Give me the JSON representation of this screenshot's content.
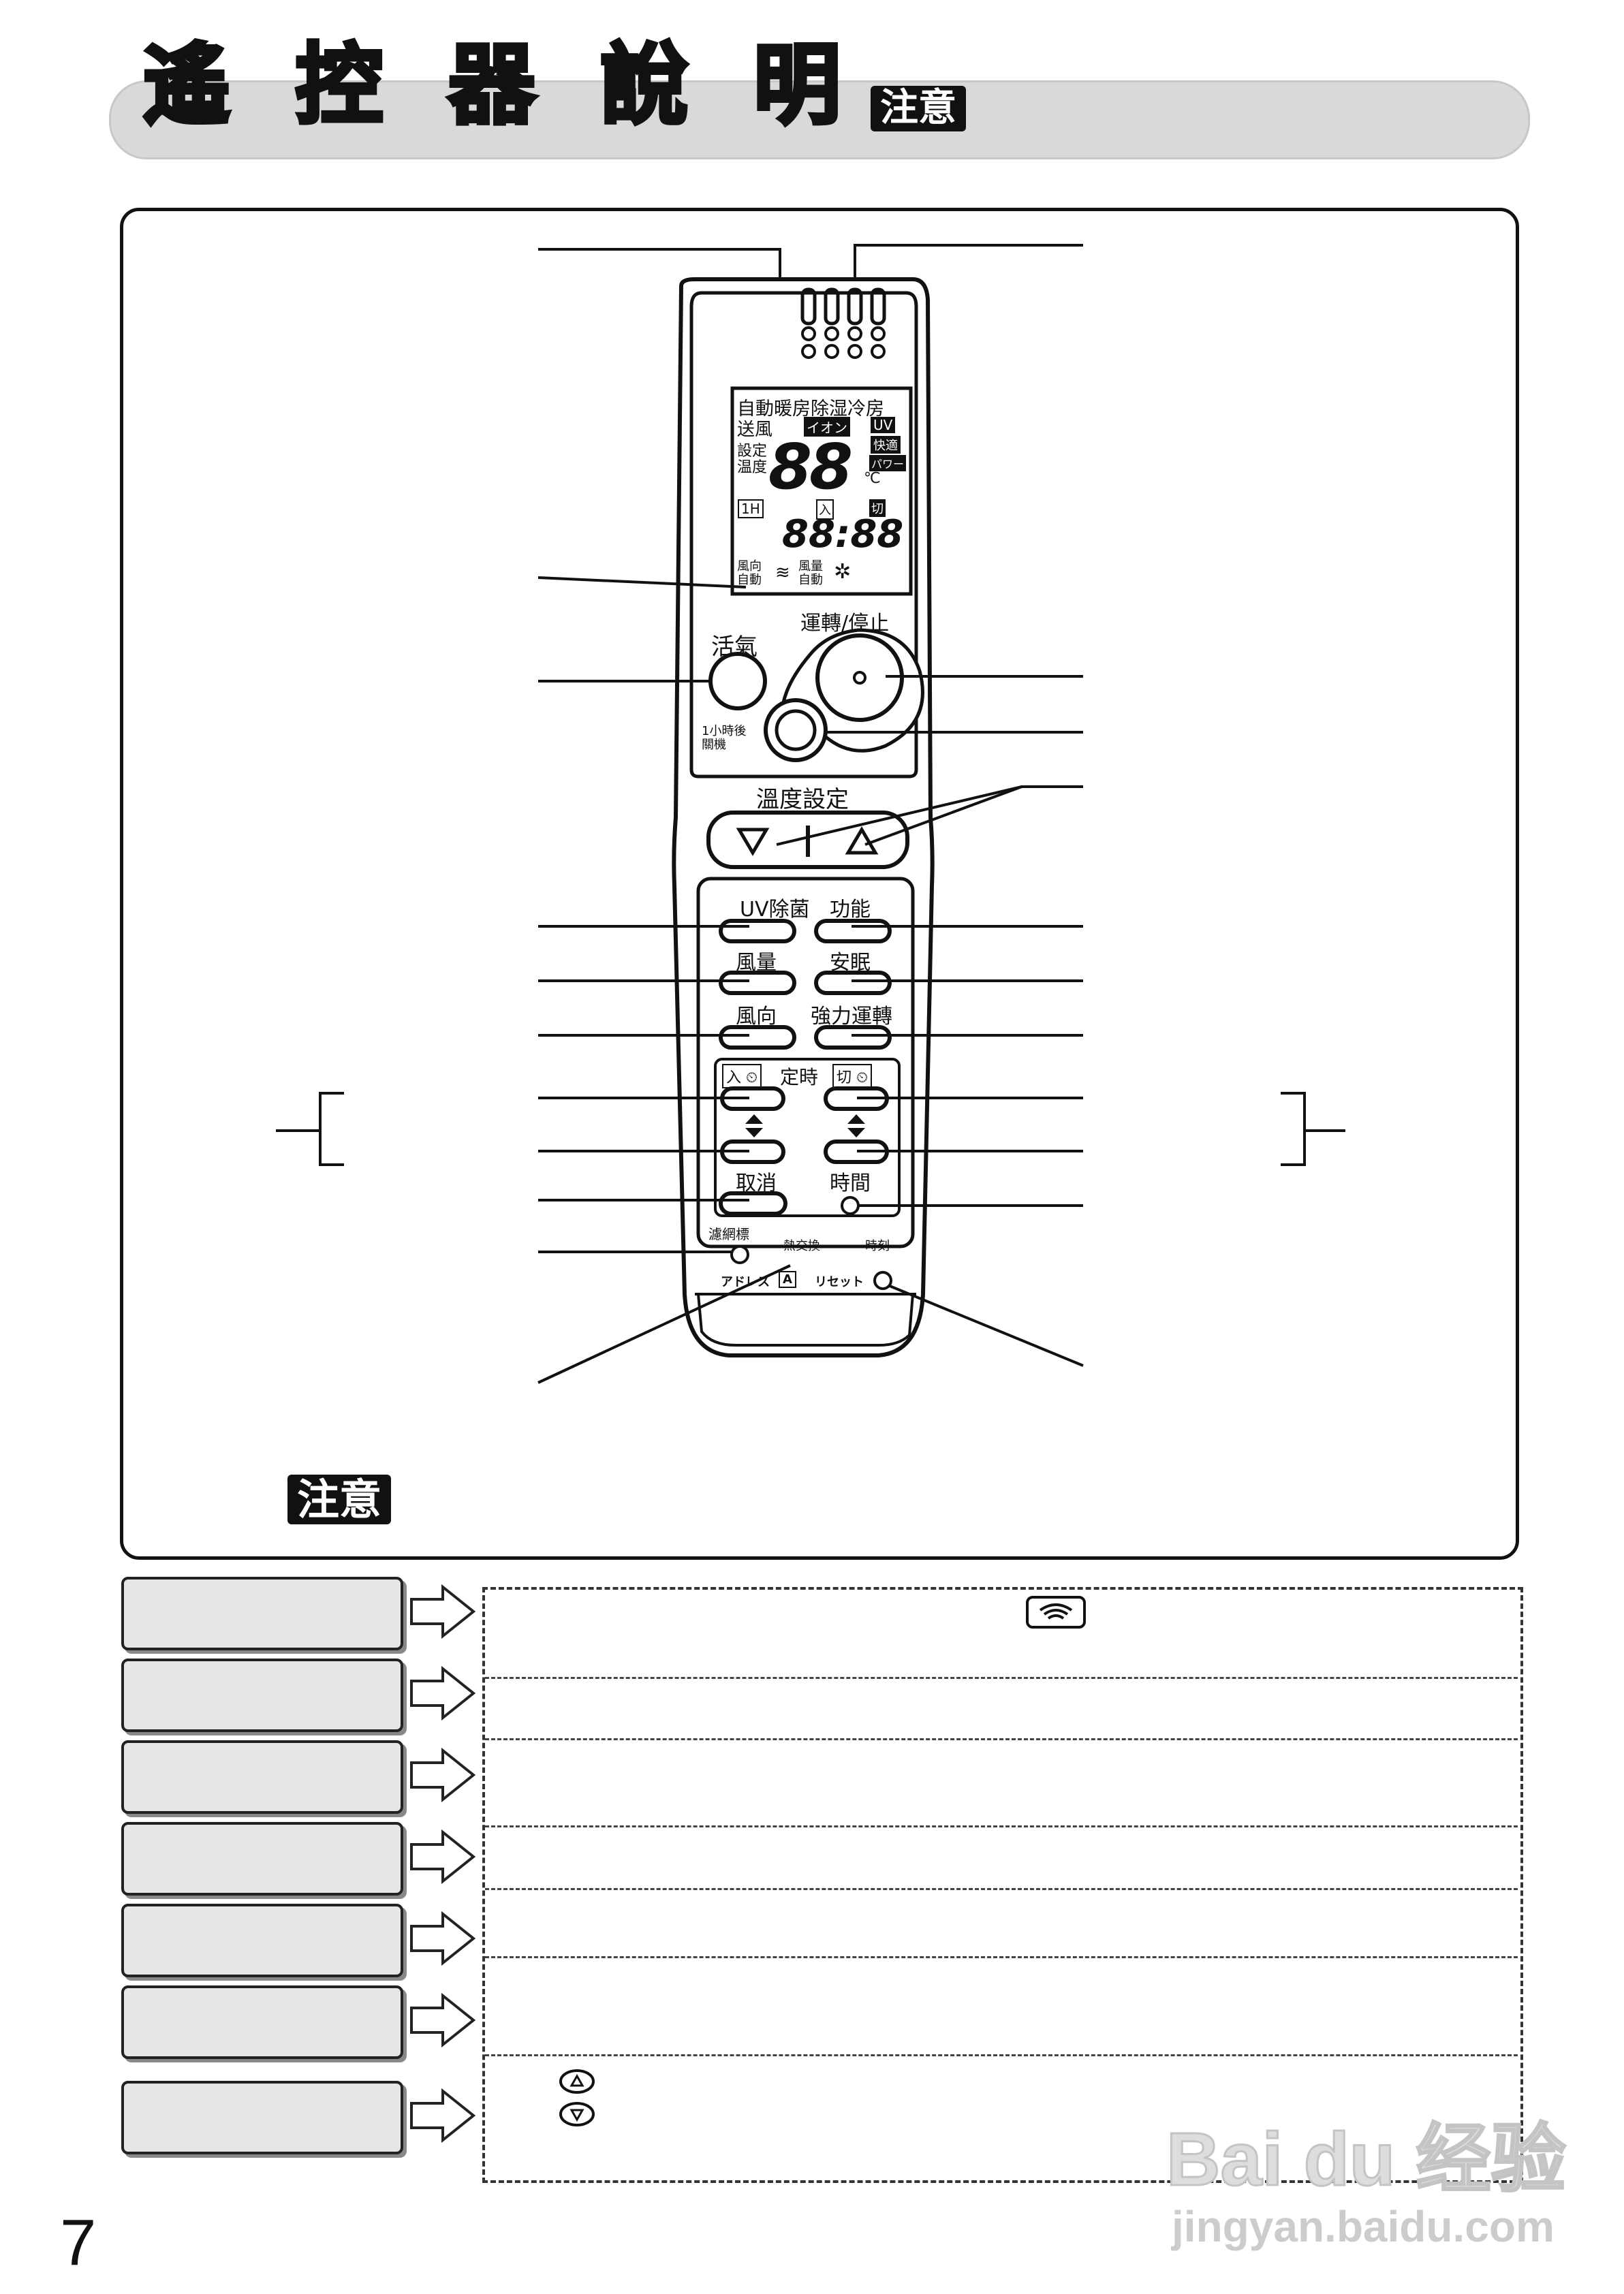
{
  "header": {
    "title_chars": [
      "遙",
      "控",
      "器",
      "說",
      "明"
    ],
    "badge": "注意"
  },
  "remote": {
    "lcd": {
      "row1": "自動暖房除湿冷房",
      "row2_left": "送風",
      "row2_ion": "イオン",
      "row2_uv": "UV",
      "kaiteki": "快適",
      "setting_label": "設定",
      "temp_label": "温度",
      "temp_digits": "88",
      "temp_unit": "℃",
      "power": "パワー",
      "hour": "1H",
      "timer_digits": "88:88",
      "in": "入",
      "out": "切",
      "wind_dir_1": "風向",
      "wind_dir_2": "自動",
      "fan_1": "風量",
      "fan_2": "自動"
    },
    "buttons": {
      "kakki": "活氣",
      "run_stop": "運轉/停止",
      "after_label_1": "1小時後",
      "after_label_2": "關機",
      "temp_set": "溫度設定",
      "uv": "UV除菌",
      "func": "功能",
      "fan": "風量",
      "swing": "安眠",
      "wind_dir": "風向",
      "power_run": "強力運轉",
      "timer": "定時",
      "cancel": "取消",
      "time": "時間",
      "filter": "濾網標",
      "address": "アドレス",
      "address_mark": "A",
      "reset": "リセット",
      "clock": "時刻",
      "hot": "熱交換"
    }
  },
  "note_badge": "注意",
  "page_number": "7",
  "watermark": {
    "main": "Bai du 经验",
    "sub": "jingyan.baidu.com"
  },
  "icons": {
    "signal": "signal-icon",
    "up": "triangle-up-icon",
    "down": "triangle-down-icon"
  }
}
